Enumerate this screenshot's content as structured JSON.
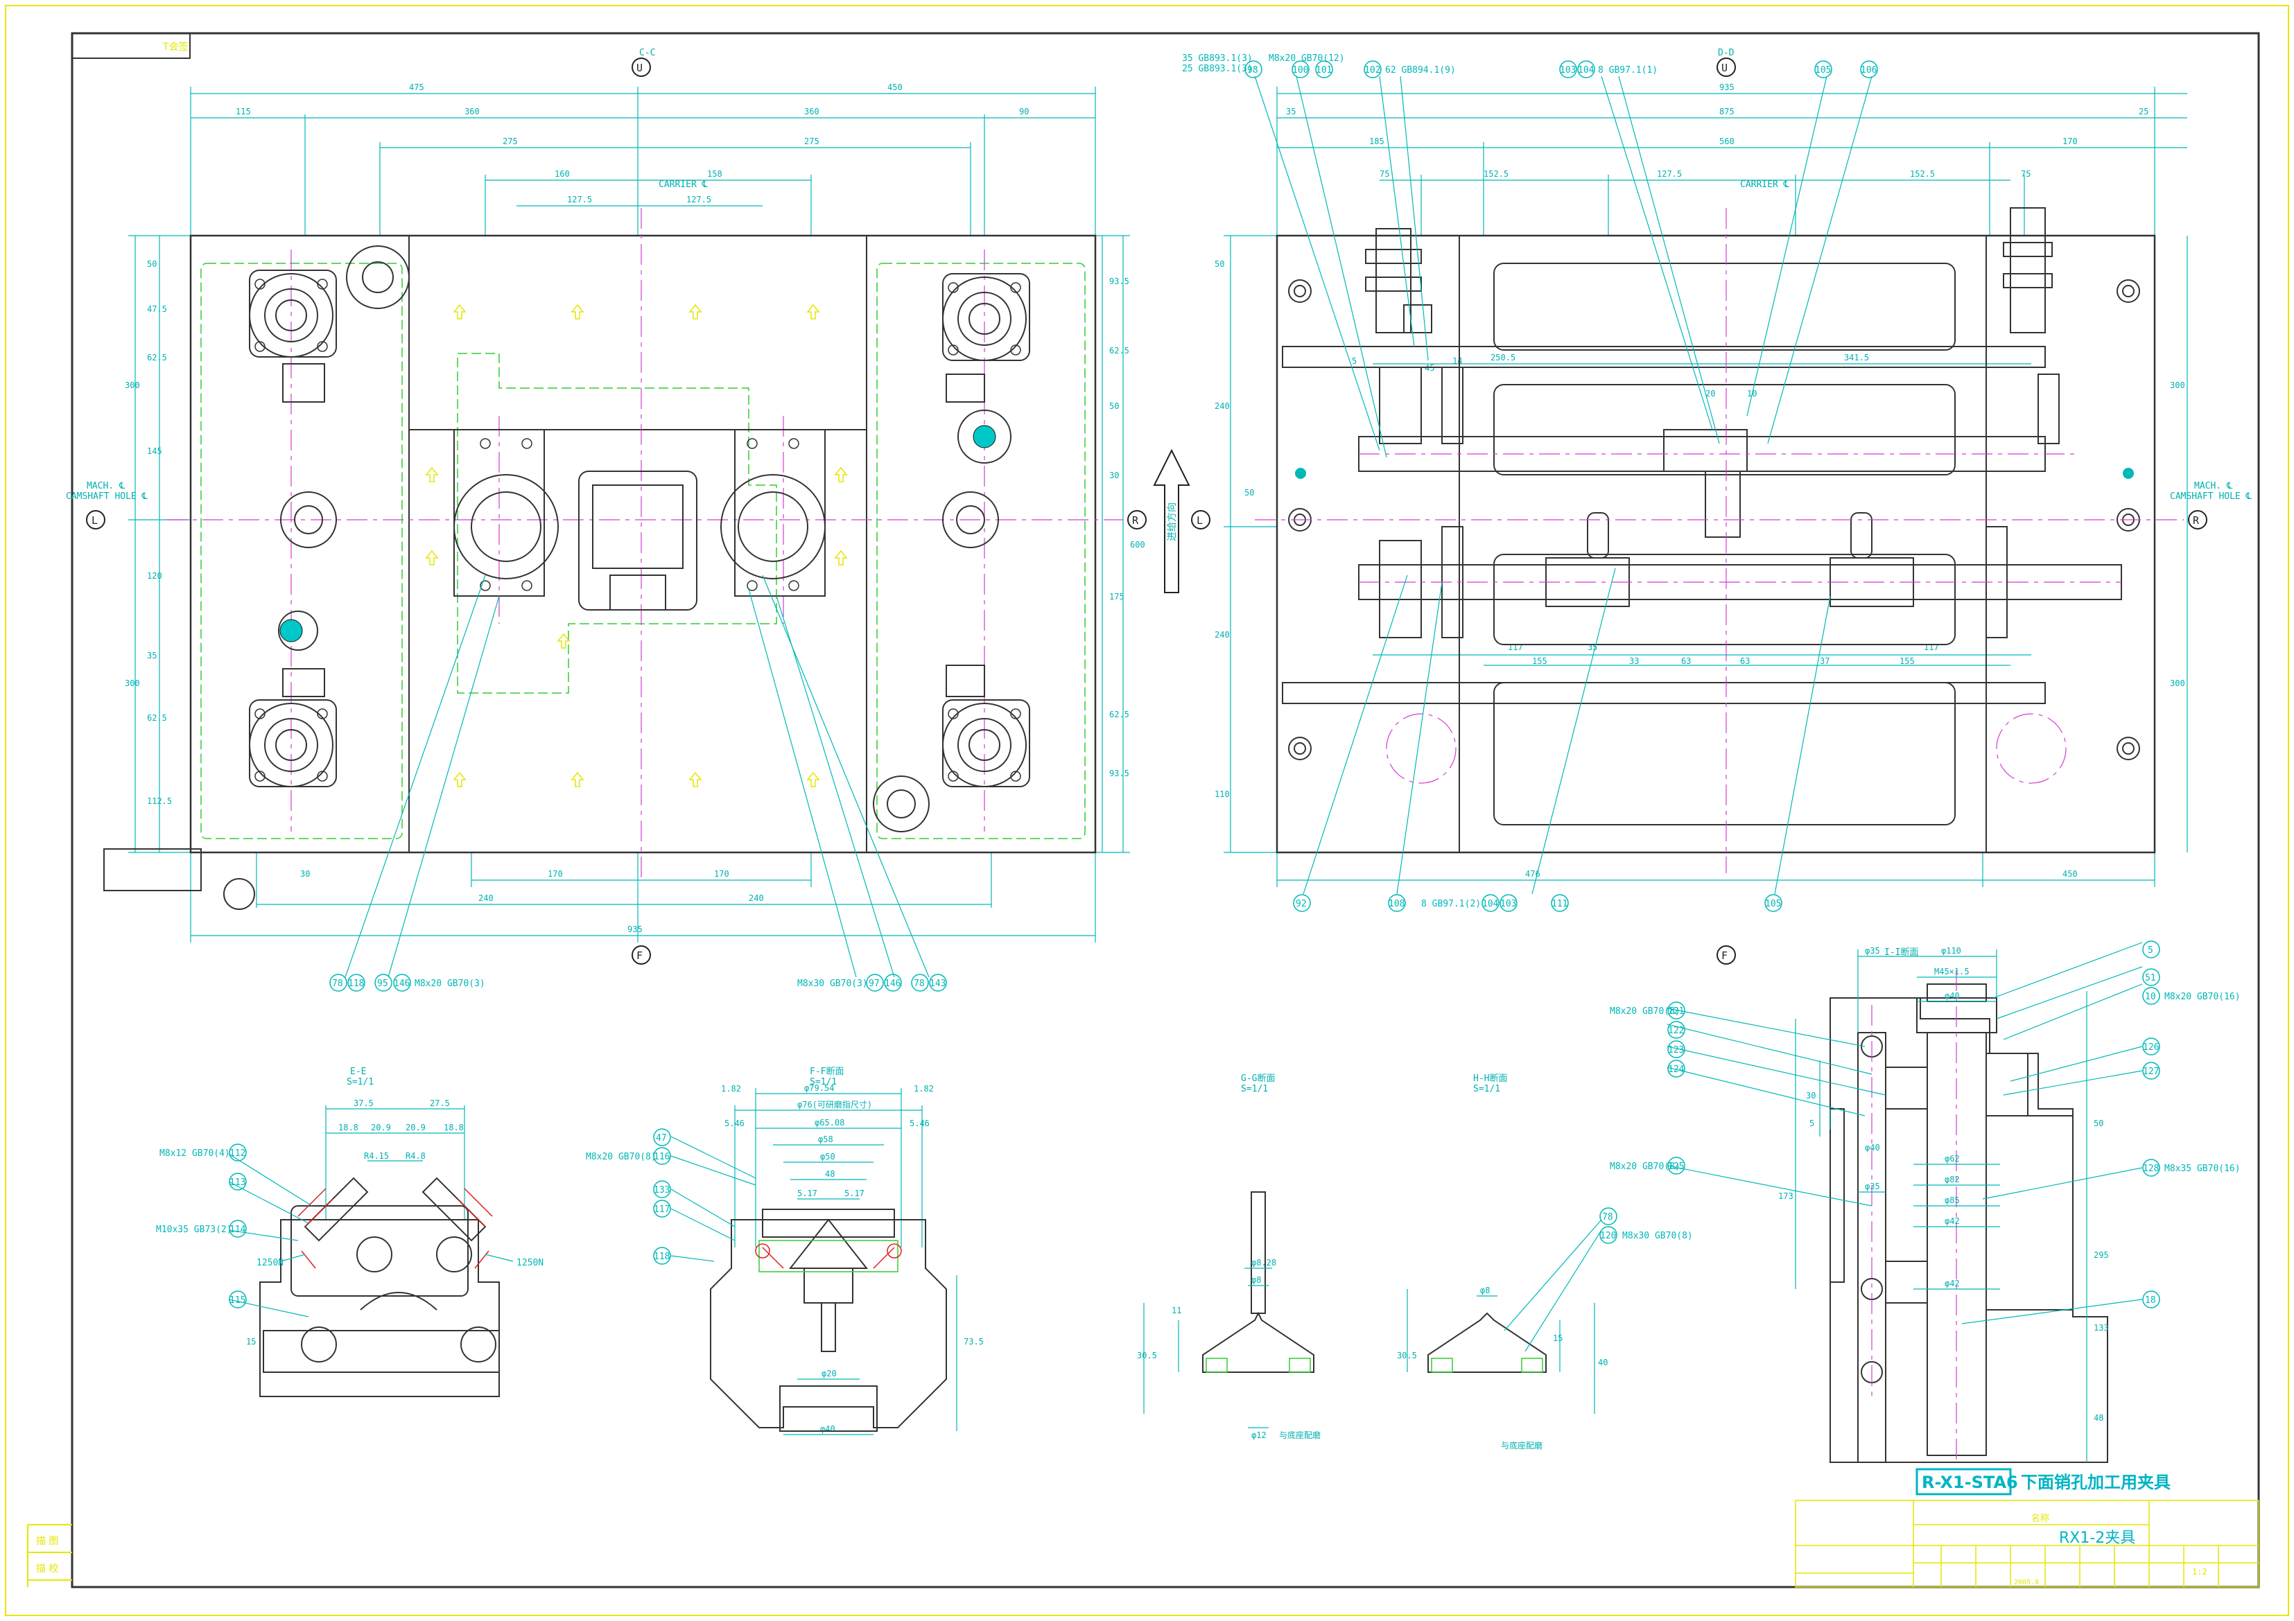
{
  "drawing": {
    "top_left_tag": "T会签",
    "code_title": "R-X1-STA6",
    "cn_title": "下面销孔加工用夹具",
    "name_label": "名称",
    "name_value": "RX1-2夹具",
    "scale": "1:2",
    "date": "2005.8",
    "left_side_labels": [
      "描 图",
      "描 校"
    ]
  },
  "views": {
    "cc": "C-C",
    "dd": "D-D",
    "ee": "E-E",
    "ff": "F-F断面",
    "gg": "G-G断面",
    "hh": "H-H断面",
    "ii": "I-I断面",
    "scale_11": "S=1/1"
  },
  "direction_markers": [
    "U",
    "L",
    "R",
    "F"
  ],
  "centerlines": {
    "carrier": "CARRIER ℄",
    "mach_1": "MACH. ℄",
    "mach_2": "CAMSHAFT HOLE ℄"
  },
  "dims_left": {
    "top": [
      "475",
      "450",
      "115",
      "360",
      "360",
      "90",
      "275",
      "275",
      "160",
      "158",
      "127.5",
      "127.5"
    ],
    "side": [
      "50",
      "47.5",
      "62.5",
      "300",
      "145",
      "120",
      "35",
      "300",
      "62.5",
      "112.5",
      "93.5",
      "62.5",
      "50",
      "30",
      "175",
      "62.5",
      "93.5",
      "600"
    ],
    "bottom": [
      "30",
      "170",
      "170",
      "240",
      "240",
      "935"
    ]
  },
  "dims_right": {
    "top": [
      "935",
      "35",
      "875",
      "25",
      "185",
      "560",
      "170",
      "75",
      "152.5",
      "127.5",
      "152.5",
      "75"
    ],
    "mid": [
      "250.5",
      "341.5",
      "5",
      "14",
      "45",
      "20",
      "10",
      "117",
      "35",
      "33",
      "63",
      "63",
      "37",
      "155",
      "155",
      "117"
    ],
    "bottom": [
      "476",
      "450"
    ],
    "side": [
      "50",
      "240",
      "50",
      "240",
      "110",
      "300",
      "300"
    ]
  },
  "callouts_left": [
    "78",
    "118",
    "95",
    "146",
    "M8x20 GB70(3)",
    "M8x30 GB70(3)",
    "97",
    "146",
    "78",
    "143"
  ],
  "callouts_right_top": [
    "35 GB893.1(3)",
    "25 GB893.1(3)",
    "98",
    "M8x20 GB70(12)",
    "100",
    "101",
    "102",
    "62 GB894.1(9)",
    "103",
    "104",
    "8 GB97.1(1)",
    "105",
    "106"
  ],
  "callouts_right_bottom": [
    "92",
    "108",
    "8 GB97.1(2)",
    "104",
    "103",
    "111",
    "105"
  ],
  "callouts_ee": [
    "M8x12 GB70(4)",
    "112",
    "113",
    "M10x35 GB73(2)",
    "114",
    "115",
    "1250N",
    "1250N"
  ],
  "dims_ee": [
    "37.5",
    "27.5",
    "18.8",
    "20.9",
    "20.9",
    "18.8",
    "R4.15",
    "R4.8",
    "15"
  ],
  "callouts_ff": [
    "47",
    "M8x20 GB70(8)",
    "116",
    "133",
    "117",
    "118"
  ],
  "dims_ff": [
    "φ79.54",
    "φ76(可研磨指尺寸)",
    "1.82",
    "1.82",
    "5.46",
    "φ65.08",
    "5.46",
    "φ58",
    "φ50",
    "48",
    "5.17",
    "5.17",
    "φ20",
    "φ40",
    "73.5"
  ],
  "callouts_gh": [
    "78",
    "120",
    "M8x30 GB70(8)"
  ],
  "dims_gh": [
    "φ8.28",
    "φ8",
    "11",
    "30.5",
    "φ12",
    "φ8",
    "15",
    "30.5",
    "40"
  ],
  "notes_gh": [
    "与底座配磨",
    "与底座配磨"
  ],
  "callouts_ii": [
    "5",
    "51",
    "10",
    "M8x20 GB70(16)",
    "M8x20 GB70(8)",
    "121",
    "122",
    "123",
    "124",
    "126",
    "127",
    "M8x20 GB70(8)",
    "125",
    "128",
    "M8x35 GB70(16)",
    "18"
  ],
  "dims_ii": [
    "φ35",
    "φ110",
    "M45×1.5",
    "φ40",
    "φ62",
    "φ82",
    "φ85",
    "φ42",
    "φ40",
    "φ42",
    "φ35",
    "30",
    "5",
    "50",
    "173",
    "295",
    "133",
    "48"
  ],
  "arrow_label": "进给方向"
}
